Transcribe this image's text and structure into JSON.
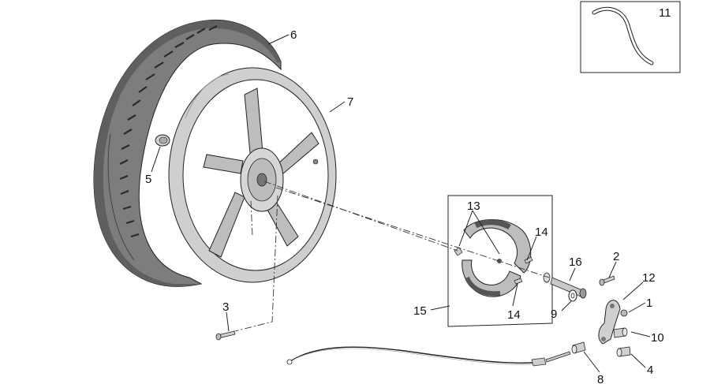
{
  "diagram": {
    "callouts": [
      {
        "id": "c1",
        "label": "1"
      },
      {
        "id": "c2",
        "label": "2"
      },
      {
        "id": "c3",
        "label": "3"
      },
      {
        "id": "c4",
        "label": "4"
      },
      {
        "id": "c5",
        "label": "5"
      },
      {
        "id": "c6",
        "label": "6"
      },
      {
        "id": "c7",
        "label": "7"
      },
      {
        "id": "c8",
        "label": "8"
      },
      {
        "id": "c9",
        "label": "9"
      },
      {
        "id": "c10",
        "label": "10"
      },
      {
        "id": "c11",
        "label": "11"
      },
      {
        "id": "c12",
        "label": "12"
      },
      {
        "id": "c13",
        "label": "13"
      },
      {
        "id": "c14a",
        "label": "14"
      },
      {
        "id": "c14b",
        "label": "14"
      },
      {
        "id": "c15",
        "label": "15"
      },
      {
        "id": "c16",
        "label": "16"
      }
    ]
  }
}
